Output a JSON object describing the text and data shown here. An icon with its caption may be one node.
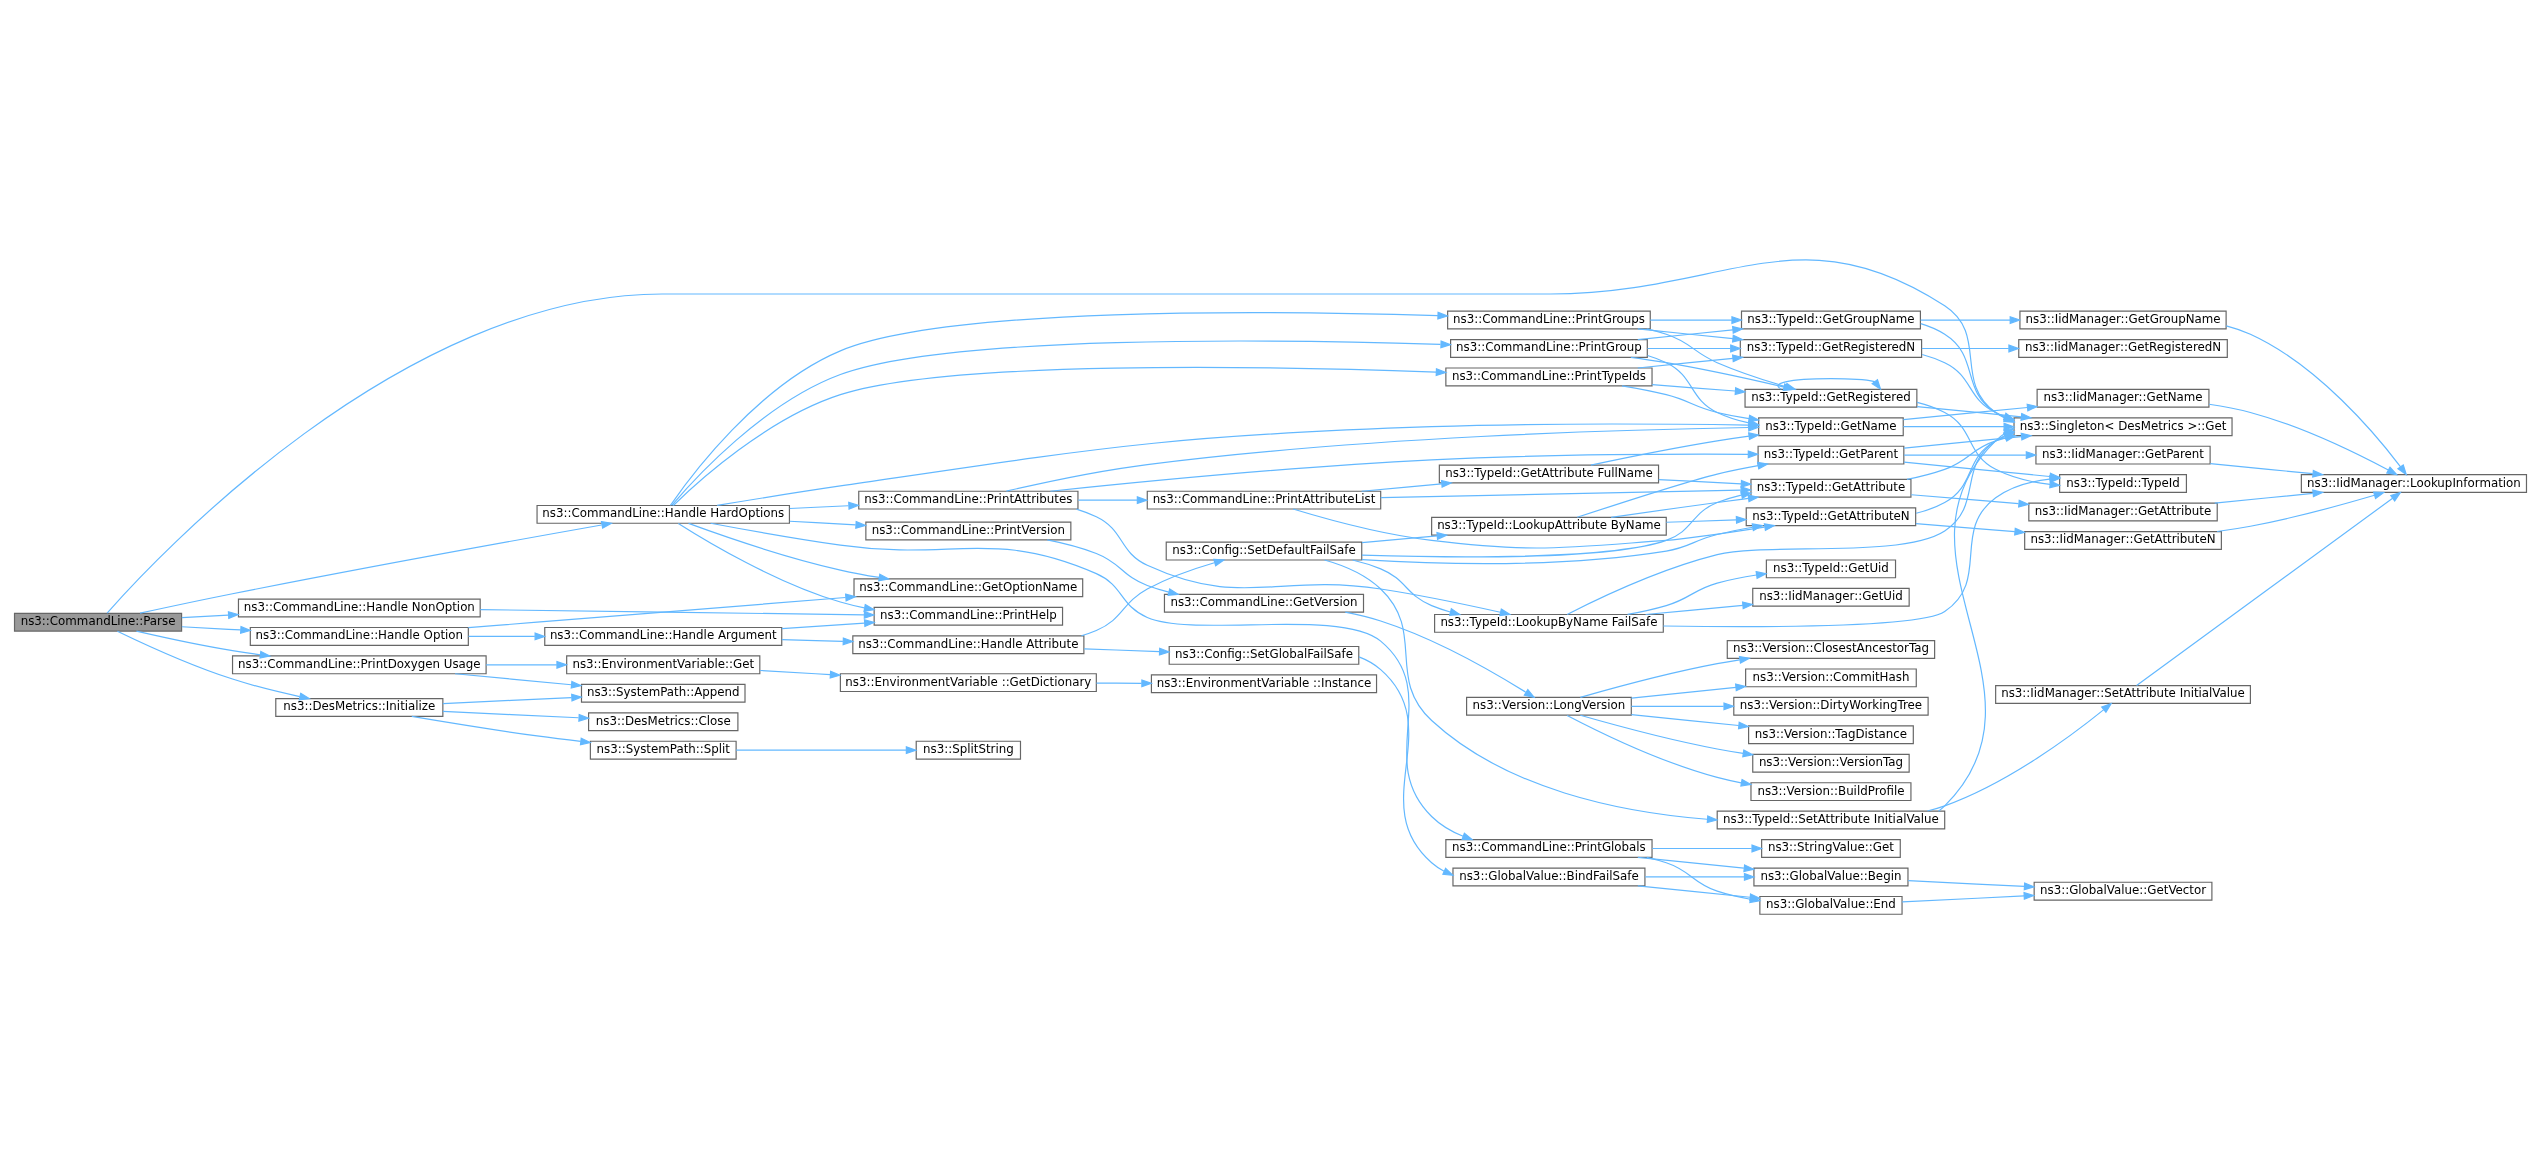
{
  "diagram": {
    "nodes": [
      {
        "text": [
          "ns3::CommandLine::Parse"
        ]
      },
      {
        "text": [
          "ns3::CommandLine::Handle HardOptions"
        ]
      },
      {
        "text": [
          "ns3::CommandLine::Handle Option"
        ]
      },
      {
        "text": [
          "ns3::CommandLine::Handle NonOption"
        ]
      },
      {
        "text": [
          "ns3::CommandLine::PrintDoxygen Usage"
        ]
      },
      {
        "text": [
          "ns3::DesMetrics::Initialize"
        ]
      },
      {
        "text": [
          "ns3::CommandLine::PrintVersion"
        ]
      },
      {
        "text": [
          "ns3::CommandLine::PrintAttributes"
        ]
      },
      {
        "text": [
          "ns3::CommandLine::GetOptionName"
        ]
      },
      {
        "text": [
          "ns3::CommandLine::Handle Argument"
        ]
      },
      {
        "text": [
          "ns3::CommandLine::PrintHelp"
        ]
      },
      {
        "text": [
          "ns3::CommandLine::Handle Attribute"
        ]
      },
      {
        "text": [
          "ns3::EnvironmentVariable::Get"
        ]
      },
      {
        "text": [
          "ns3::SystemPath::Append"
        ]
      },
      {
        "text": [
          "ns3::DesMetrics::Close"
        ]
      },
      {
        "text": [
          "ns3::SystemPath::Split"
        ]
      },
      {
        "text": [
          "ns3::CommandLine::GetVersion"
        ]
      },
      {
        "text": [
          "ns3::CommandLine::PrintAttributeList"
        ]
      },
      {
        "text": [
          "ns3::Config::SetDefaultFailSafe"
        ]
      },
      {
        "text": [
          "ns3::Config::SetGlobalFailSafe"
        ]
      },
      {
        "text": [
          "ns3::EnvironmentVariable ::GetDictionary"
        ]
      },
      {
        "text": [
          "ns3::EnvironmentVariable ::Instance"
        ]
      },
      {
        "text": [
          "ns3::SplitString"
        ]
      },
      {
        "text": [
          "ns3::Version::LongVersion"
        ]
      },
      {
        "text": [
          "ns3::CommandLine::PrintGroups"
        ]
      },
      {
        "text": [
          "ns3::CommandLine::PrintGroup"
        ]
      },
      {
        "text": [
          "ns3::CommandLine::PrintTypeIds"
        ]
      },
      {
        "text": [
          "ns3::TypeId::LookupByName FailSafe"
        ]
      },
      {
        "text": [
          "ns3::TypeId::GetAttribute FullName"
        ]
      },
      {
        "text": [
          "ns3::TypeId::LookupAttribute ByName"
        ]
      },
      {
        "text": [
          "ns3::CommandLine::PrintGlobals"
        ]
      },
      {
        "text": [
          "ns3::GlobalValue::BindFailSafe"
        ]
      },
      {
        "text": [
          "ns3::Version::VersionTag"
        ]
      },
      {
        "text": [
          "ns3::Version::BuildProfile"
        ]
      },
      {
        "text": [
          "ns3::Version::ClosestAncestorTag"
        ]
      },
      {
        "text": [
          "ns3::Version::CommitHash"
        ]
      },
      {
        "text": [
          "ns3::Version::DirtyWorkingTree"
        ]
      },
      {
        "text": [
          "ns3::Version::TagDistance"
        ]
      },
      {
        "text": [
          "ns3::TypeId::GetGroupName"
        ]
      },
      {
        "text": [
          "ns3::TypeId::GetRegisteredN"
        ]
      },
      {
        "text": [
          "ns3::TypeId::GetRegistered"
        ]
      },
      {
        "text": [
          "ns3::TypeId::GetName"
        ]
      },
      {
        "text": [
          "ns3::IidManager::GetUid"
        ]
      },
      {
        "text": [
          "ns3::TypeId::GetUid"
        ]
      },
      {
        "text": [
          "ns3::TypeId::GetParent"
        ]
      },
      {
        "text": [
          "ns3::TypeId::GetAttribute"
        ]
      },
      {
        "text": [
          "ns3::TypeId::GetAttributeN"
        ]
      },
      {
        "text": [
          "ns3::TypeId::SetAttribute InitialValue"
        ]
      },
      {
        "text": [
          "ns3::StringValue::Get"
        ]
      },
      {
        "text": [
          "ns3::GlobalValue::End"
        ]
      },
      {
        "text": [
          "ns3::GlobalValue::Begin"
        ]
      },
      {
        "text": [
          "ns3::IidManager::GetGroupName"
        ]
      },
      {
        "text": [
          "ns3::IidManager::GetRegisteredN"
        ]
      },
      {
        "text": [
          "ns3::IidManager::GetName"
        ]
      },
      {
        "text": [
          "ns3::Singleton< DesMetrics >::Get"
        ]
      },
      {
        "text": [
          "ns3::TypeId::TypeId"
        ]
      },
      {
        "text": [
          "ns3::IidManager::GetParent"
        ]
      },
      {
        "text": [
          "ns3::IidManager::GetAttribute"
        ]
      },
      {
        "text": [
          "ns3::IidManager::GetAttributeN"
        ]
      },
      {
        "text": [
          "ns3::IidManager::SetAttribute InitialValue"
        ]
      },
      {
        "text": [
          "ns3::GlobalValue::GetVector"
        ]
      },
      {
        "text": [
          "ns3::IidManager::LookupInformation"
        ]
      }
    ],
    "edges": [
      {
        "from": 0,
        "to": 54,
        "arrow": "to"
      },
      {
        "from": 0,
        "to": 1,
        "arrow": "to"
      },
      {
        "from": 0,
        "to": 2,
        "arrow": "to"
      },
      {
        "from": 0,
        "to": 3,
        "arrow": "to"
      },
      {
        "from": 0,
        "to": 4,
        "arrow": "to"
      },
      {
        "from": 0,
        "to": 5,
        "arrow": "to"
      },
      {
        "from": 1,
        "to": 6,
        "arrow": "to"
      },
      {
        "from": 1,
        "to": 24,
        "arrow": "to"
      },
      {
        "from": 1,
        "to": 25,
        "arrow": "to"
      },
      {
        "from": 1,
        "to": 26,
        "arrow": "to"
      },
      {
        "from": 1,
        "to": 41,
        "arrow": "to"
      },
      {
        "from": 1,
        "to": 7,
        "arrow": "to"
      },
      {
        "from": 1,
        "to": 30,
        "arrow": "to"
      },
      {
        "from": 1,
        "to": 8,
        "arrow": "to"
      },
      {
        "from": 1,
        "to": 10,
        "arrow": "to"
      },
      {
        "from": 2,
        "to": 8,
        "arrow": "to"
      },
      {
        "from": 2,
        "to": 9,
        "arrow": "to"
      },
      {
        "from": 9,
        "to": 10,
        "arrow": "to"
      },
      {
        "from": 9,
        "to": 11,
        "arrow": "to"
      },
      {
        "from": 3,
        "to": 10,
        "arrow": "to"
      },
      {
        "from": 4,
        "to": 12,
        "arrow": "to"
      },
      {
        "from": 4,
        "to": 13,
        "arrow": "to"
      },
      {
        "from": 5,
        "to": 13,
        "arrow": "to"
      },
      {
        "from": 5,
        "to": 14,
        "arrow": "to"
      },
      {
        "from": 5,
        "to": 15,
        "arrow": "to"
      },
      {
        "from": 15,
        "to": 22,
        "arrow": "to"
      },
      {
        "from": 12,
        "to": 20,
        "arrow": "to"
      },
      {
        "from": 20,
        "to": 21,
        "arrow": "to"
      },
      {
        "from": 6,
        "to": 16,
        "arrow": "to"
      },
      {
        "from": 16,
        "to": 23,
        "arrow": "to"
      },
      {
        "from": 23,
        "to": 32,
        "arrow": "to"
      },
      {
        "from": 23,
        "to": 33,
        "arrow": "to"
      },
      {
        "from": 23,
        "to": 34,
        "arrow": "to"
      },
      {
        "from": 23,
        "to": 35,
        "arrow": "to"
      },
      {
        "from": 23,
        "to": 36,
        "arrow": "to"
      },
      {
        "from": 23,
        "to": 37,
        "arrow": "to"
      },
      {
        "from": 7,
        "to": 41,
        "arrow": "to"
      },
      {
        "from": 7,
        "to": 27,
        "arrow": "to"
      },
      {
        "from": 7,
        "to": 17,
        "arrow": "to"
      },
      {
        "from": 7,
        "to": 44,
        "arrow": "to"
      },
      {
        "from": 17,
        "to": 28,
        "arrow": "to"
      },
      {
        "from": 17,
        "to": 45,
        "arrow": "to"
      },
      {
        "from": 17,
        "to": 46,
        "arrow": "to"
      },
      {
        "from": 11,
        "to": 18,
        "arrow": "to"
      },
      {
        "from": 11,
        "to": 19,
        "arrow": "to"
      },
      {
        "from": 18,
        "to": 27,
        "arrow": "to"
      },
      {
        "from": 18,
        "to": 29,
        "arrow": "to"
      },
      {
        "from": 18,
        "to": 45,
        "arrow": "to"
      },
      {
        "from": 18,
        "to": 46,
        "arrow": "to"
      },
      {
        "from": 18,
        "to": 47,
        "arrow": "to"
      },
      {
        "from": 19,
        "to": 31,
        "arrow": "to"
      },
      {
        "from": 27,
        "to": 54,
        "arrow": "to"
      },
      {
        "from": 27,
        "to": 55,
        "arrow": "to"
      },
      {
        "from": 27,
        "to": 42,
        "arrow": "to"
      },
      {
        "from": 27,
        "to": 43,
        "arrow": "to"
      },
      {
        "from": 28,
        "to": 41,
        "arrow": "to"
      },
      {
        "from": 28,
        "to": 45,
        "arrow": "to"
      },
      {
        "from": 29,
        "to": 44,
        "arrow": "to"
      },
      {
        "from": 29,
        "to": 45,
        "arrow": "to"
      },
      {
        "from": 29,
        "to": 46,
        "arrow": "to"
      },
      {
        "from": 24,
        "to": 38,
        "arrow": "to"
      },
      {
        "from": 24,
        "to": 39,
        "arrow": "to"
      },
      {
        "from": 24,
        "to": 40,
        "arrow": "to"
      },
      {
        "from": 25,
        "to": 38,
        "arrow": "to"
      },
      {
        "from": 25,
        "to": 39,
        "arrow": "to"
      },
      {
        "from": 25,
        "to": 40,
        "arrow": "to"
      },
      {
        "from": 25,
        "to": 41,
        "arrow": "to"
      },
      {
        "from": 26,
        "to": 39,
        "arrow": "to"
      },
      {
        "from": 26,
        "to": 40,
        "arrow": "to"
      },
      {
        "from": 26,
        "to": 41,
        "arrow": "to"
      },
      {
        "from": 40,
        "to": 40,
        "arrow": "to"
      },
      {
        "from": 40,
        "to": 54,
        "arrow": "to"
      },
      {
        "from": 40,
        "to": 55,
        "arrow": "to"
      },
      {
        "from": 38,
        "to": 51,
        "arrow": "to"
      },
      {
        "from": 38,
        "to": 54,
        "arrow": "to"
      },
      {
        "from": 39,
        "to": 52,
        "arrow": "to"
      },
      {
        "from": 39,
        "to": 54,
        "arrow": "to"
      },
      {
        "from": 41,
        "to": 53,
        "arrow": "to"
      },
      {
        "from": 41,
        "to": 54,
        "arrow": "to"
      },
      {
        "from": 44,
        "to": 56,
        "arrow": "to"
      },
      {
        "from": 44,
        "to": 54,
        "arrow": "to"
      },
      {
        "from": 44,
        "to": 55,
        "arrow": "to"
      },
      {
        "from": 45,
        "to": 57,
        "arrow": "to"
      },
      {
        "from": 45,
        "to": 54,
        "arrow": "to"
      },
      {
        "from": 46,
        "to": 58,
        "arrow": "to"
      },
      {
        "from": 46,
        "to": 54,
        "arrow": "to"
      },
      {
        "from": 47,
        "to": 59,
        "arrow": "to"
      },
      {
        "from": 47,
        "to": 54,
        "arrow": "to"
      },
      {
        "from": 30,
        "to": 48,
        "arrow": "to"
      },
      {
        "from": 30,
        "to": 49,
        "arrow": "to"
      },
      {
        "from": 30,
        "to": 50,
        "arrow": "to"
      },
      {
        "from": 31,
        "to": 49,
        "arrow": "to"
      },
      {
        "from": 31,
        "to": 50,
        "arrow": "to"
      },
      {
        "from": 49,
        "to": 60,
        "arrow": "to"
      },
      {
        "from": 50,
        "to": 60,
        "arrow": "to"
      },
      {
        "from": 51,
        "to": 61,
        "arrow": "to"
      },
      {
        "from": 53,
        "to": 61,
        "arrow": "to"
      },
      {
        "from": 56,
        "to": 61,
        "arrow": "to"
      },
      {
        "from": 57,
        "to": 61,
        "arrow": "to"
      },
      {
        "from": 58,
        "to": 61,
        "arrow": "to"
      },
      {
        "from": 59,
        "to": 61,
        "arrow": "to"
      }
    ]
  }
}
